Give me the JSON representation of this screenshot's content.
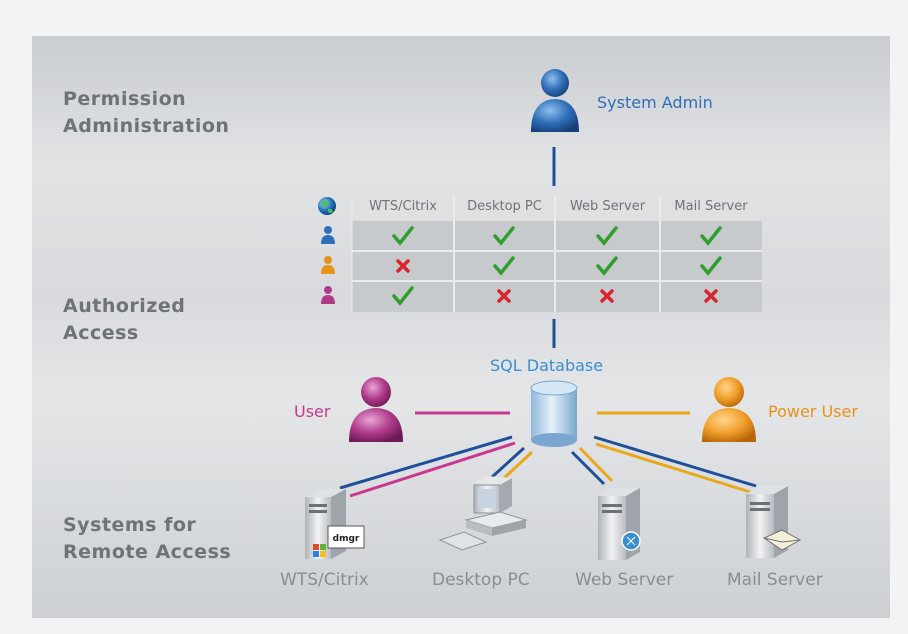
{
  "sections": {
    "permission": [
      "Permission",
      "Administration"
    ],
    "authorized": [
      "Authorized",
      "Access"
    ],
    "systems": [
      "Systems for",
      "Remote Access"
    ]
  },
  "roles": {
    "admin": "System Admin",
    "user": "User",
    "power": "Power User",
    "database": "SQL Database"
  },
  "matrix": {
    "columns": [
      "WTS/Citrix",
      "Desktop PC",
      "Web Server",
      "Mail Server"
    ],
    "rows": [
      {
        "role": "admin-user-icon",
        "color": "#2f6fb8",
        "access": [
          true,
          true,
          true,
          true
        ]
      },
      {
        "role": "power-user-icon",
        "color": "#e8921a",
        "access": [
          false,
          true,
          true,
          true
        ]
      },
      {
        "role": "user-icon",
        "color": "#b03a8a",
        "access": [
          true,
          false,
          false,
          false
        ]
      }
    ]
  },
  "systems": [
    "WTS/Citrix",
    "Desktop PC",
    "Web Server",
    "Mail Server"
  ],
  "colors": {
    "admin": "#2f6fb8",
    "user": "#c8388f",
    "power": "#e8921a",
    "database": "#3a8fcf",
    "check": "#2f9e2f",
    "cross": "#d8242a",
    "line_blue": "#1f4f99",
    "line_orange": "#e8a81a",
    "line_magenta": "#c8388f"
  }
}
